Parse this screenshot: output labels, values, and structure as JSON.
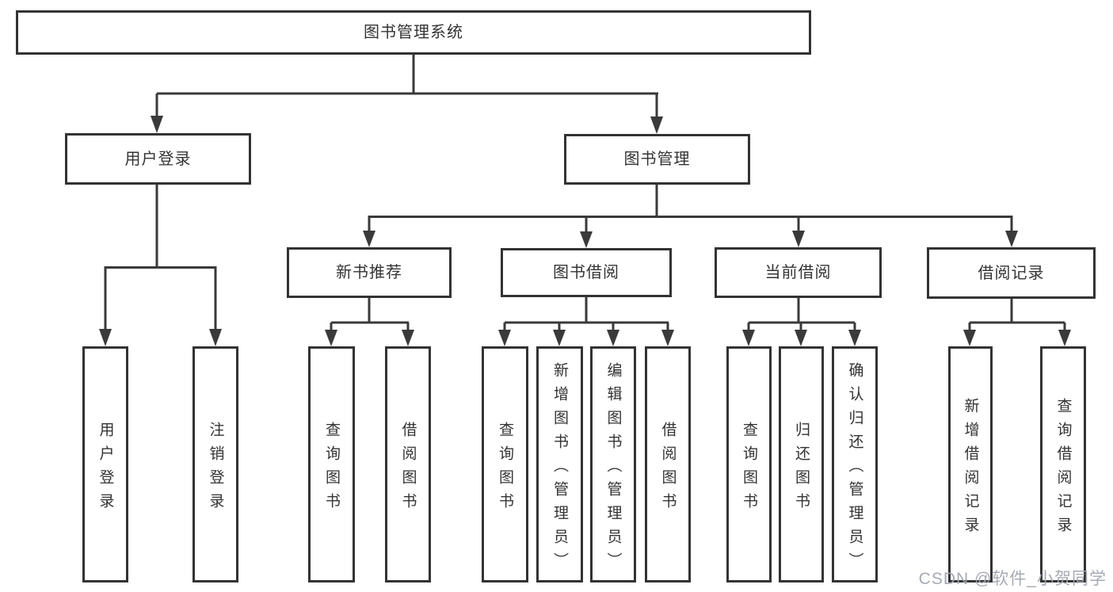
{
  "diagram": {
    "root": {
      "label": "图书管理系统"
    },
    "level2": [
      {
        "label": "用户登录"
      },
      {
        "label": "图书管理"
      }
    ],
    "level3": [
      {
        "label": "新书推荐"
      },
      {
        "label": "图书借阅"
      },
      {
        "label": "当前借阅"
      },
      {
        "label": "借阅记录"
      }
    ],
    "leaves": {
      "user_login": [
        {
          "label": "用户登录"
        },
        {
          "label": "注销登录"
        }
      ],
      "new_book": [
        {
          "label": "查询图书"
        },
        {
          "label": "借阅图书"
        }
      ],
      "book_borrow": [
        {
          "label": "查询图书"
        },
        {
          "label": "新增图书（管理员）"
        },
        {
          "label": "编辑图书（管理员）"
        },
        {
          "label": "借阅图书"
        }
      ],
      "current_borrow": [
        {
          "label": "查询图书"
        },
        {
          "label": "归还图书"
        },
        {
          "label": "确认归还（管理员）"
        }
      ],
      "borrow_record": [
        {
          "label": "新增借阅记录"
        },
        {
          "label": "查询借阅记录"
        }
      ]
    }
  },
  "watermark": {
    "text": "CSDN @软件_小贺同学"
  },
  "colors": {
    "line": "#3a3a3a",
    "border": "#333333",
    "text": "#333333",
    "watermark": "#a2a4b0",
    "background": "#ffffff"
  }
}
